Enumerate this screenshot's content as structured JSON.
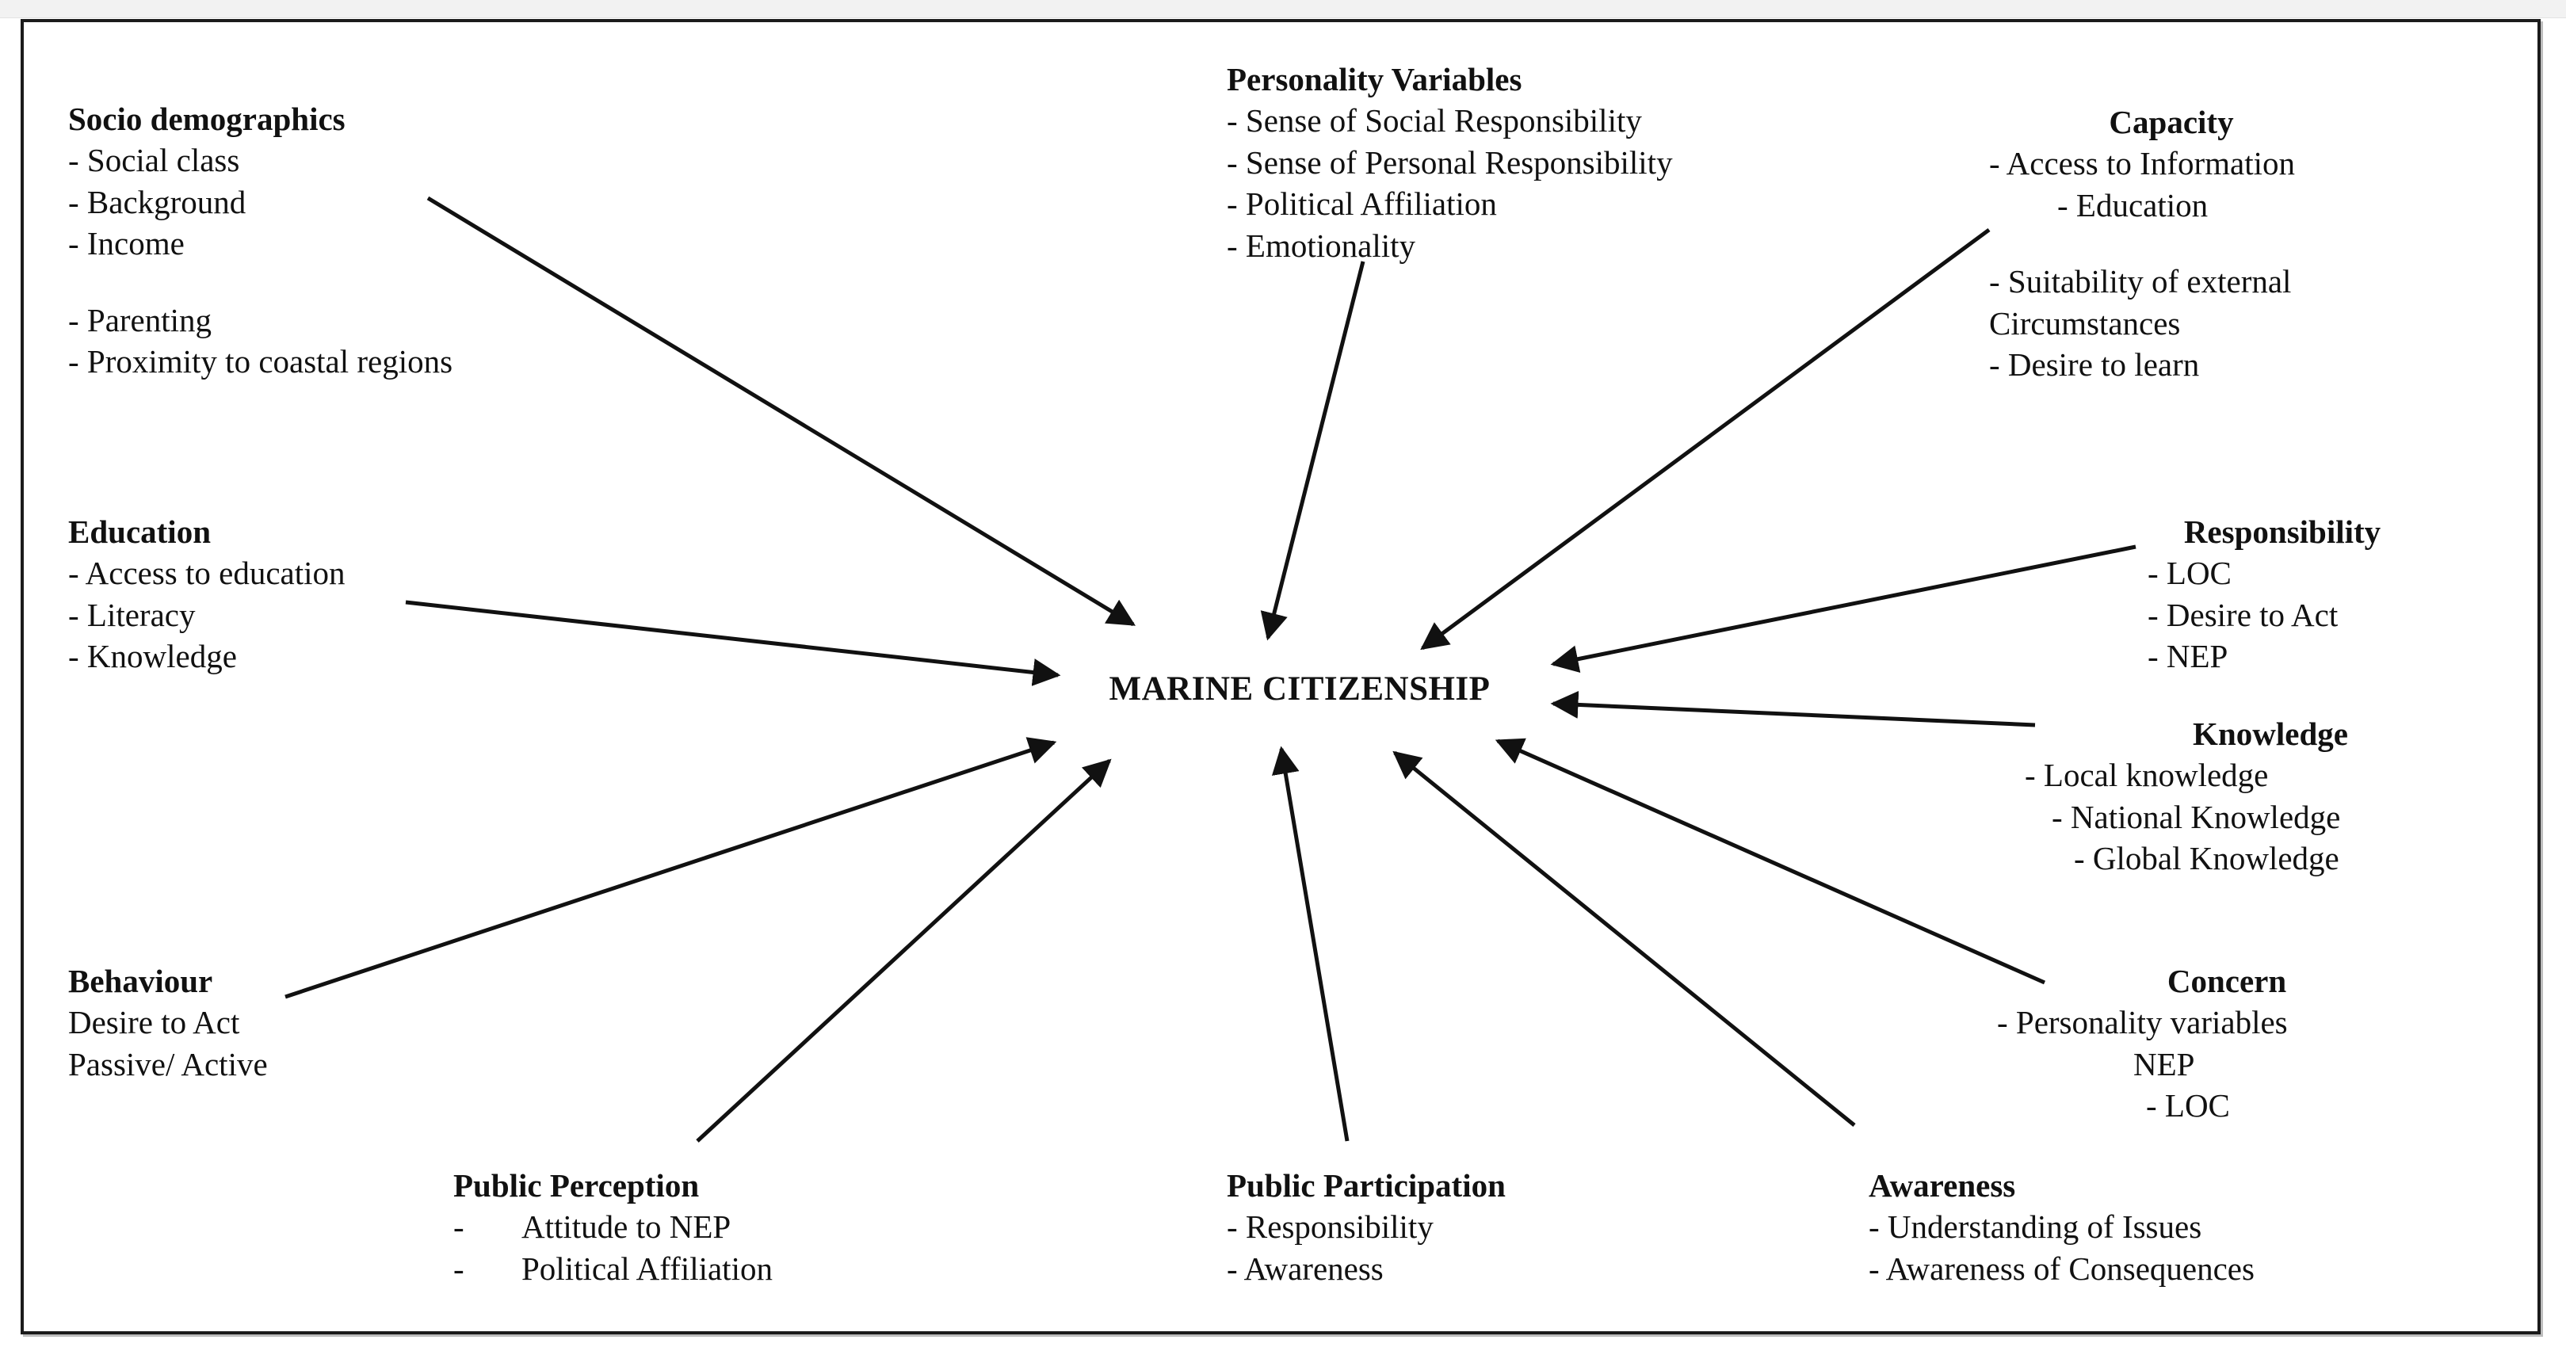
{
  "diagram": {
    "center": {
      "label": "MARINE CITIZENSHIP"
    },
    "nodes": [
      {
        "id": "socio-demographics",
        "title": "Socio demographics",
        "items": [
          "- Social class",
          "-  Background",
          "-  Income",
          "",
          "- Parenting",
          "- Proximity to coastal regions"
        ]
      },
      {
        "id": "education",
        "title": "Education",
        "items": [
          "- Access to education",
          "- Literacy",
          "- Knowledge"
        ]
      },
      {
        "id": "behaviour",
        "title": "Behaviour",
        "items": [
          "Desire to Act",
          "Passive/ Active"
        ]
      },
      {
        "id": "personality-variables",
        "title": "Personality Variables",
        "items": [
          "- Sense of Social Responsibility",
          "- Sense of Personal Responsibility",
          "- Political Affiliation",
          "- Emotionality"
        ]
      },
      {
        "id": "capacity",
        "title": "Capacity",
        "items": [
          "- Access to Information",
          "- Education",
          "",
          "- Suitability of external",
          "Circumstances",
          "- Desire to learn"
        ]
      },
      {
        "id": "responsibility",
        "title": "Responsibility",
        "items": [
          "- LOC",
          "- Desire to Act",
          "- NEP"
        ]
      },
      {
        "id": "knowledge",
        "title": "Knowledge",
        "items": [
          "- Local knowledge",
          "- National Knowledge",
          "- Global Knowledge"
        ]
      },
      {
        "id": "concern",
        "title": "Concern",
        "items": [
          "- Personality variables",
          "NEP",
          "- LOC"
        ]
      },
      {
        "id": "public-perception",
        "title": "Public Perception",
        "items": [
          "Attitude to NEP",
          "Political Affiliation"
        ],
        "dash": "-"
      },
      {
        "id": "public-participation",
        "title": "Public Participation",
        "items": [
          "- Responsibility",
          "- Awareness"
        ]
      },
      {
        "id": "awareness",
        "title": "Awareness",
        "items": [
          "- Understanding of Issues",
          "- Awareness of Consequences"
        ]
      }
    ],
    "arrows": [
      {
        "from": "socio-demographics",
        "label": "socio-demographics-to-center"
      },
      {
        "from": "education",
        "label": "education-to-center"
      },
      {
        "from": "behaviour",
        "label": "behaviour-to-center"
      },
      {
        "from": "personality-variables",
        "label": "personality-variables-to-center"
      },
      {
        "from": "capacity",
        "label": "capacity-to-center"
      },
      {
        "from": "responsibility",
        "label": "responsibility-to-center"
      },
      {
        "from": "knowledge",
        "label": "knowledge-to-center"
      },
      {
        "from": "concern",
        "label": "concern-to-center"
      },
      {
        "from": "public-perception",
        "label": "public-perception-to-center"
      },
      {
        "from": "public-participation",
        "label": "public-participation-to-center"
      },
      {
        "from": "awareness",
        "label": "awareness-to-center"
      }
    ],
    "colors": {
      "line": "#111111",
      "text": "#111111",
      "frame": "#1b1b1b",
      "background": "#ffffff"
    }
  }
}
